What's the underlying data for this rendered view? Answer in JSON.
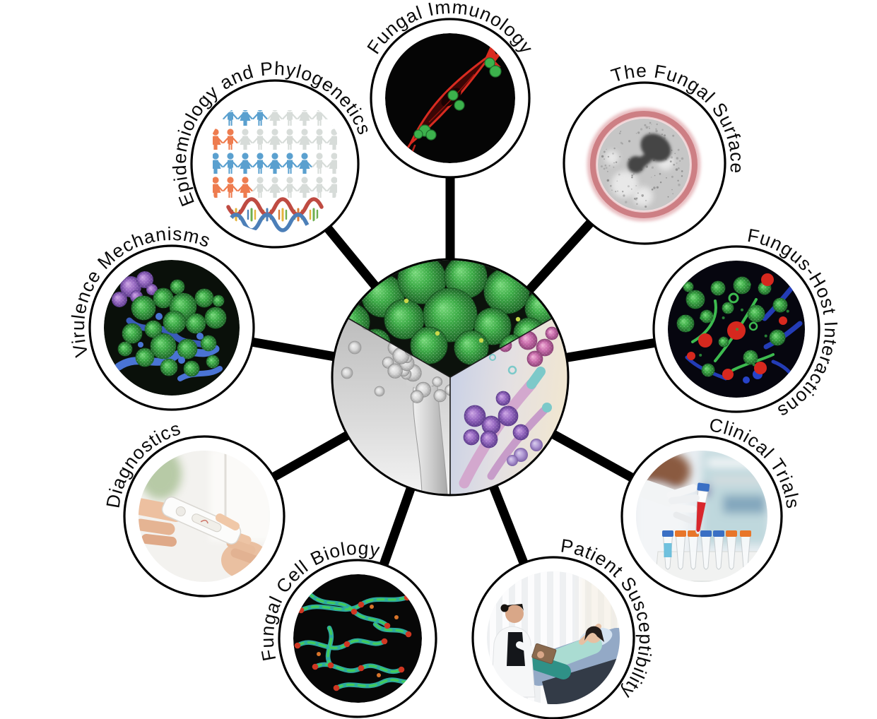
{
  "figure": {
    "name": "fungal-research-themes-wheel",
    "topics": [
      {
        "label": "Fungal Immunology",
        "image": "immunofluorescence-spindle-cell-micrograph"
      },
      {
        "label": "The Fungal Surface",
        "image": "electron-micrograph-yeast-cell-wall"
      },
      {
        "label": "Fungus-Host Interactions",
        "image": "confocal-micrograph-fungus-host"
      },
      {
        "label": "Clinical Trials",
        "image": "laboratory-test-tubes-photo"
      },
      {
        "label": "Patient Susceptibility",
        "image": "doctor-consulting-patient-photo"
      },
      {
        "label": "Fungal Cell Biology",
        "image": "fluorescent-hyphae-micrograph"
      },
      {
        "label": "Diagnostics",
        "image": "lateral-flow-test-photo"
      },
      {
        "label": "Virulence Mechanisms",
        "image": "sem-biofilm-micrograph"
      },
      {
        "label": "Epidemiology and Phylogenetics",
        "image": "population-figures-dna-graphic"
      }
    ],
    "center_segments": [
      {
        "name": "green-spore-micrograph"
      },
      {
        "name": "sem-conidiophore-micrograph"
      },
      {
        "name": "yeast-hyphae-illustration"
      }
    ],
    "colors": {
      "background": "#ffffff",
      "line": "#000000",
      "label_text": "#0a0a0a",
      "people_orange": "#ee7c4f",
      "people_blue": "#5aa0cf",
      "people_gray": "#d7dcd9",
      "dna_red": "#bf4b42",
      "dna_blue": "#4c7fb8",
      "micrograph_green": "#3fae49",
      "micrograph_red": "#d6281e",
      "micrograph_cyan": "#2fb3a8",
      "cellwall_pink": "#cd7f84"
    }
  }
}
